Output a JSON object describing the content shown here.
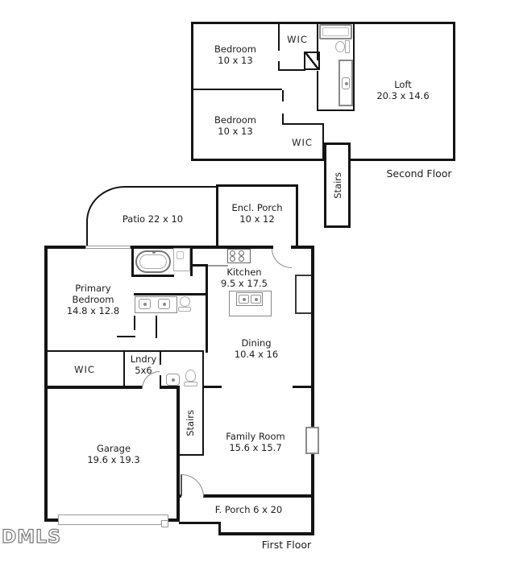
{
  "watermark": "DMLS",
  "colors": {
    "wall": "#141414",
    "fixture": "#8a8a8a",
    "text": "#1d1d1d",
    "background": "#ffffff"
  },
  "floors": {
    "second": {
      "title": "Second Floor",
      "rooms": {
        "bedroom_front": {
          "name": "Bedroom",
          "dims": "10 x 13"
        },
        "wic_front": {
          "name": "WIC"
        },
        "bedroom_rear": {
          "name": "Bedroom",
          "dims": "10 x 13"
        },
        "wic_rear": {
          "name": "WIC"
        },
        "loft": {
          "name": "Loft",
          "dims": "20.3 x 14.6"
        },
        "stairs": {
          "name": "Stairs"
        }
      }
    },
    "first": {
      "title": "First Floor",
      "rooms": {
        "patio": {
          "name": "Patio 22 x 10"
        },
        "encl_porch": {
          "name": "Encl. Porch",
          "dims": "10 x 12"
        },
        "primary_bedroom": {
          "line1": "Primary",
          "line2": "Bedroom",
          "dims": "14.8 x 12.8"
        },
        "kitchen": {
          "name": "Kitchen",
          "dims": "9.5 x 17.5"
        },
        "dining": {
          "name": "Dining",
          "dims": "10.4 x 16"
        },
        "wic": {
          "name": "WIC"
        },
        "laundry": {
          "name": "Lndry",
          "dims": "5x6"
        },
        "garage": {
          "name": "Garage",
          "dims": "19.6 x 19.3"
        },
        "stairs": {
          "name": "Stairs"
        },
        "family_room": {
          "name": "Family Room",
          "dims": "15.6 x 15.7"
        },
        "front_porch": {
          "name": "F. Porch 6 x 20"
        }
      }
    }
  }
}
